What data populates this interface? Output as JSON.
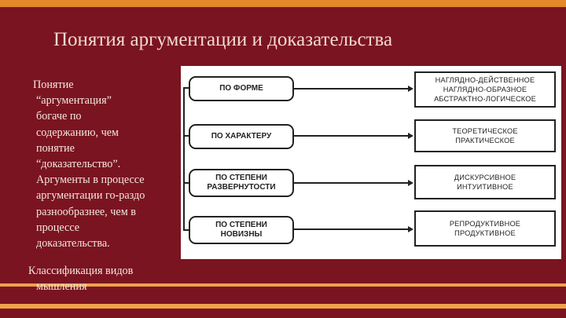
{
  "slide": {
    "title": "Понятия аргументации и доказательства",
    "body_lines": [
      "Понятие",
      "“аргументация”",
      "богаче по",
      "содержанию, чем",
      "понятие",
      "“доказательство”.",
      "Аргументы в процессе",
      "аргументации го-раздо",
      "разнообразнее, чем в",
      "процессе",
      "доказательства."
    ],
    "body_last_1": "Классификация видов",
    "body_last_2": "мышления"
  },
  "diagram": {
    "left_boxes": [
      {
        "line1": "ПО ФОРМЕ",
        "line2": ""
      },
      {
        "line1": "ПО ХАРАКТЕРУ",
        "line2": ""
      },
      {
        "line1": "ПО СТЕПЕНИ",
        "line2": "РАЗВЕРНУТОСТИ"
      },
      {
        "line1": "ПО СТЕПЕНИ",
        "line2": "НОВИЗНЫ"
      }
    ],
    "right_boxes": [
      {
        "lines": [
          "НАГЛЯДНО-ДЕЙСТВЕННОЕ",
          "НАГЛЯДНО-ОБРАЗНОЕ",
          "АБСТРАКТНО-ЛОГИЧЕСКОЕ"
        ]
      },
      {
        "lines": [
          "ТЕОРЕТИЧЕСКОЕ",
          "ПРАКТИЧЕСКОЕ"
        ]
      },
      {
        "lines": [
          "ДИСКУРСИВНОЕ",
          "ИНТУИТИВНОЕ"
        ]
      },
      {
        "lines": [
          "РЕПРОДУКТИВНОЕ",
          "ПРОДУКТИВНОЕ"
        ]
      }
    ]
  }
}
